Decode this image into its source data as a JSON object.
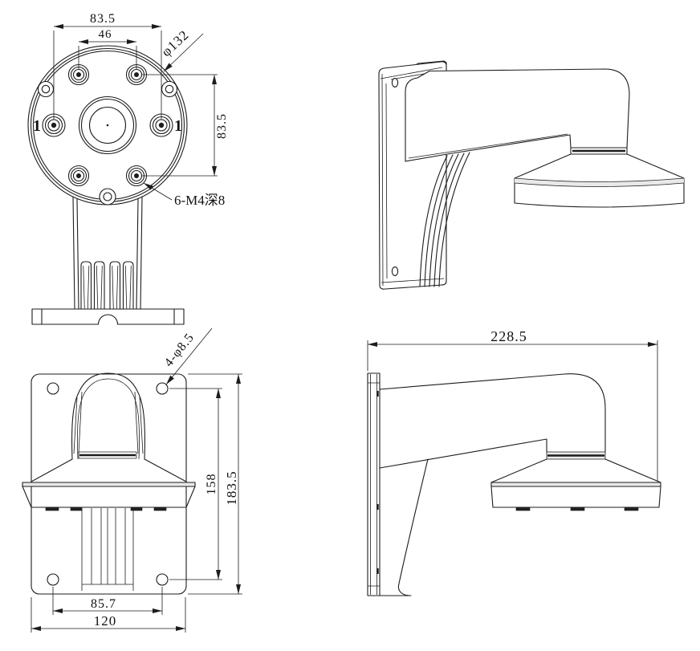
{
  "drawing": {
    "front_view": {
      "dim_outer_hole_spacing": "83.5",
      "dim_inner_hole_spacing": "46",
      "dim_plate_diameter": "φ132",
      "dim_vertical_hole_spacing": "83.5",
      "thread_note": "6-M4深8",
      "left_hole_marker": "1",
      "right_hole_marker": "1"
    },
    "bottom_view": {
      "holes_note": "4-φ8.5",
      "dim_hole_spacing_vertical": "158",
      "dim_plate_height": "183.5",
      "dim_hole_spacing_horizontal": "85.7",
      "dim_plate_width": "120"
    },
    "side_view": {
      "dim_total_depth": "228.5"
    },
    "colors": {
      "line": "#1c1c1c",
      "background": "#ffffff",
      "rim_band": "#e9e9e9"
    }
  }
}
